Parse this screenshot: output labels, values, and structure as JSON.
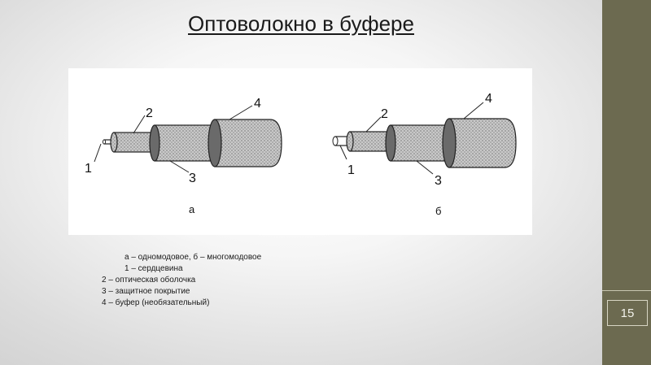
{
  "slide": {
    "title": "Оптоволокно в буфере",
    "page_number": "15"
  },
  "figure": {
    "variant_a_label": "а",
    "variant_b_label": "б",
    "callouts": [
      "1",
      "2",
      "3",
      "4"
    ]
  },
  "legend": {
    "line1": "а – одномодовое,  б – многомодовое",
    "line2": "1 – сердцевина",
    "line3": "2 – оптическая оболочка",
    "line4": "3 – защитное покрытие",
    "line5": "4 – буфер (необязательный)"
  },
  "colors": {
    "sidebar": "#6c6a50",
    "fill_texture": "#b8b8b8",
    "ring": "#6a6a6a"
  }
}
